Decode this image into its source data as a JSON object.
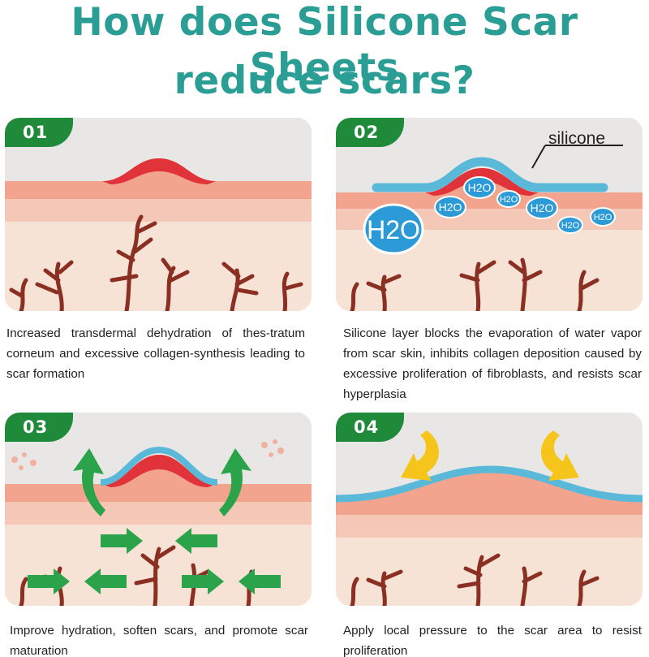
{
  "title": {
    "line1": "How does Silicone Scar Sheets",
    "line2": "reduce scars?"
  },
  "panels": [
    {
      "number": "01",
      "caption": "Increased transdermal dehydration of thes-tratum corneum and excessive collagen-synthesis leading to scar formation"
    },
    {
      "number": "02",
      "label": "silicone",
      "h2o": "H2O",
      "caption": "Silicone layer blocks the evaporation of water vapor from scar skin, inhibits collagen deposition caused by excessive proliferation of fibroblasts, and resists scar hyperplasia"
    },
    {
      "number": "03",
      "caption": "Improve hydration, soften scars, and promote scar maturation"
    },
    {
      "number": "04",
      "caption": "Apply local pressure to the scar area to resist proliferation"
    }
  ],
  "colors": {
    "title": "#2a9d94",
    "badge": "#1f8a3a",
    "skin_top": "#e9e7e6",
    "dermis": "#f2d1c0",
    "stripe": "#f3a48e",
    "scar": "#e0343a",
    "silicone": "#5ab9d8",
    "collagen": "#8a2f22",
    "arrow_green": "#2aa34a",
    "arrow_yellow": "#f6c51c",
    "h2o": "#2b9ad6"
  }
}
